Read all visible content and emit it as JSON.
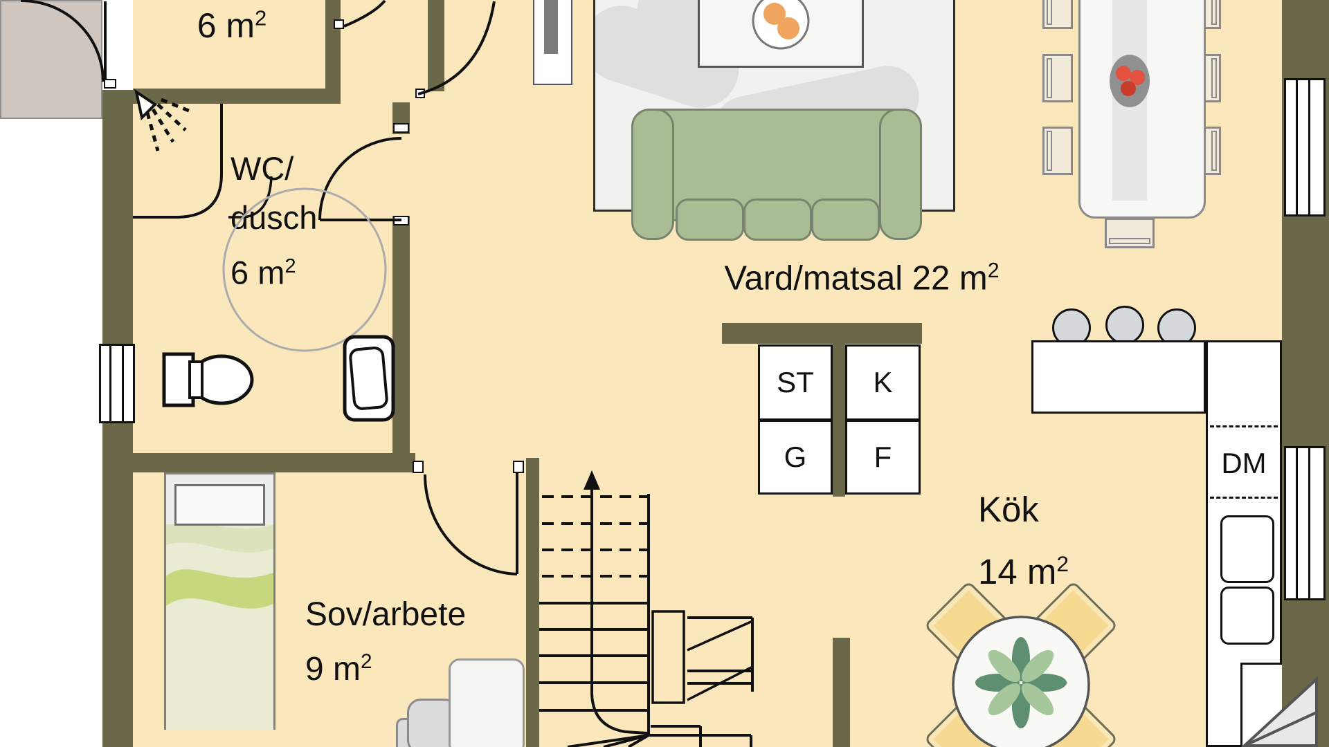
{
  "title": "Apartment floor plan",
  "colors": {
    "floor": "#FAE7BC",
    "wall": "#6B684A",
    "porch": "#CFC6BF",
    "sofa_green": "#A9BC93",
    "chair_tan": "#F6DA92",
    "accent_orange": "#EFA55E",
    "accent_red": "#E4523F",
    "plant_green": "#5E8F70"
  },
  "rooms": {
    "hall": {
      "area": "6 m",
      "sup": "2"
    },
    "wc": {
      "name_line1": "WC/",
      "name_line2": "dusch",
      "area": "6 m",
      "sup": "2"
    },
    "living": {
      "label": "Vard/matsal 22 m",
      "sup": "2"
    },
    "bedroom": {
      "label": "Sov/arbete",
      "area": "9 m",
      "sup": "2"
    },
    "kitchen": {
      "label": "Kök",
      "area": "14 m",
      "sup": "2"
    }
  },
  "closets": {
    "st": "ST",
    "k": "K",
    "g": "G",
    "f": "F"
  },
  "appliances": {
    "dishwasher_label": "DM"
  }
}
